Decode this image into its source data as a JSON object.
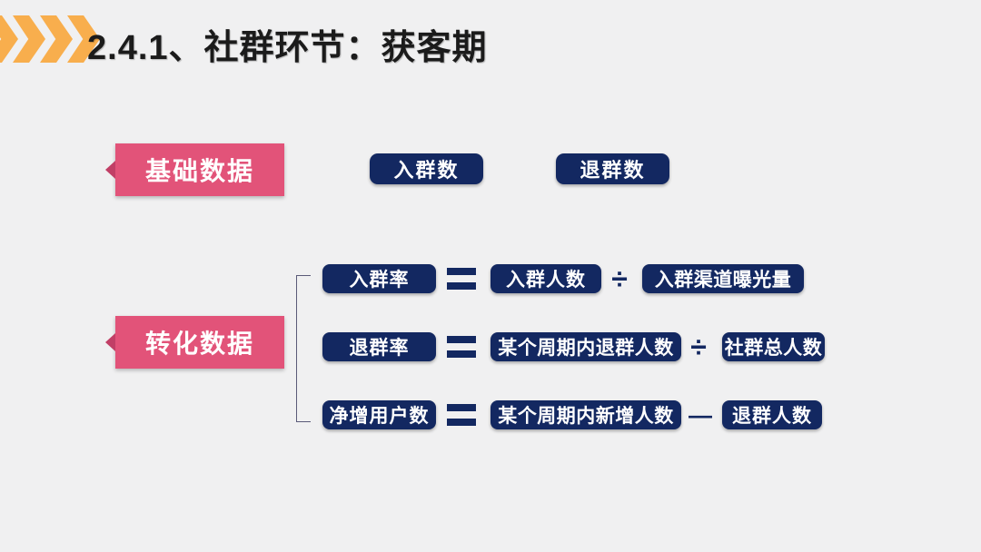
{
  "slide": {
    "title": "2.4.1、社群环节：获客期",
    "colors": {
      "background": "#F0F0F1",
      "accent_pink": "#E25379",
      "accent_pink_dark": "#C13F66",
      "navy": "#132861",
      "chevron_orange": "#F8AE4D",
      "title_text": "#1b1b1b"
    },
    "header": {
      "chevron_icon_count": 4
    },
    "sections": {
      "basic": {
        "label": "基础数据",
        "pills": [
          "入群数",
          "退群数"
        ]
      },
      "conversion": {
        "label": "转化数据",
        "formulas": [
          {
            "result": "入群率",
            "equals": "=",
            "operand1": "入群人数",
            "operator": "÷",
            "operand2": "入群渠道曝光量"
          },
          {
            "result": "退群率",
            "equals": "=",
            "operand1": "某个周期内退群人数",
            "operator": "÷",
            "operand2": "社群总人数"
          },
          {
            "result": "净增用户数",
            "equals": "=",
            "operand1": "某个周期内新增人数",
            "operator": "—",
            "operand2": "退群人数"
          }
        ]
      }
    }
  }
}
